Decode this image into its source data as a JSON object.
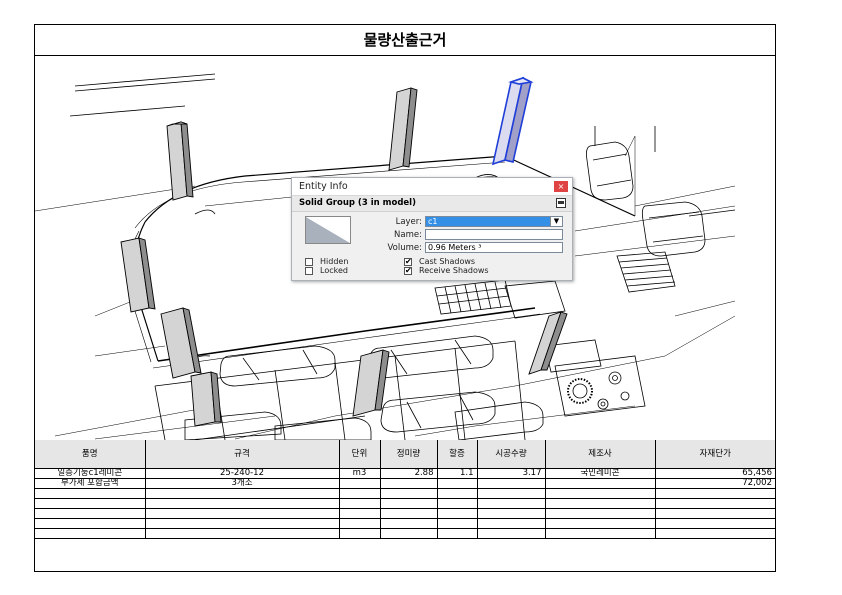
{
  "document": {
    "title": "물량산출근거"
  },
  "entity_info": {
    "window_title": "Entity Info",
    "close_glyph": "×",
    "entity_type": "Solid Group (3 in model)",
    "layer_label": "Layer:",
    "layer_value": "c1",
    "name_label": "Name:",
    "name_value": "",
    "volume_label": "Volume:",
    "volume_value": "0.96 Meters ³",
    "hidden_label": "Hidden",
    "locked_label": "Locked",
    "cast_shadows_label": "Cast Shadows",
    "receive_shadows_label": "Receive Shadows",
    "hidden_checked": false,
    "locked_checked": false,
    "cast_shadows_checked": true,
    "receive_shadows_checked": true,
    "dropdown_glyph": "▼",
    "check_glyph": "✔"
  },
  "colors": {
    "selection_blue": "#1f3fd8",
    "layer_highlight": "#3390e6",
    "close_red": "#e04343",
    "header_gray": "#e6e6e6"
  },
  "table": {
    "headers": [
      "품명",
      "규격",
      "단위",
      "정미량",
      "할증",
      "시공수량",
      "제조사",
      "자재단가"
    ],
    "rows": [
      [
        "일층기둥c1레미콘",
        "25-240-12",
        "m3",
        "2.88",
        "1.1",
        "3.17",
        "국민레미콘",
        "65,456"
      ],
      [
        "부가세 포함금액",
        "3개소",
        "",
        "",
        "",
        "",
        "",
        "72,002"
      ],
      [
        "",
        "",
        "",
        "",
        "",
        "",
        "",
        ""
      ],
      [
        "",
        "",
        "",
        "",
        "",
        "",
        "",
        ""
      ],
      [
        "",
        "",
        "",
        "",
        "",
        "",
        "",
        ""
      ],
      [
        "",
        "",
        "",
        "",
        "",
        "",
        "",
        ""
      ],
      [
        "",
        "",
        "",
        "",
        "",
        "",
        "",
        ""
      ]
    ]
  }
}
